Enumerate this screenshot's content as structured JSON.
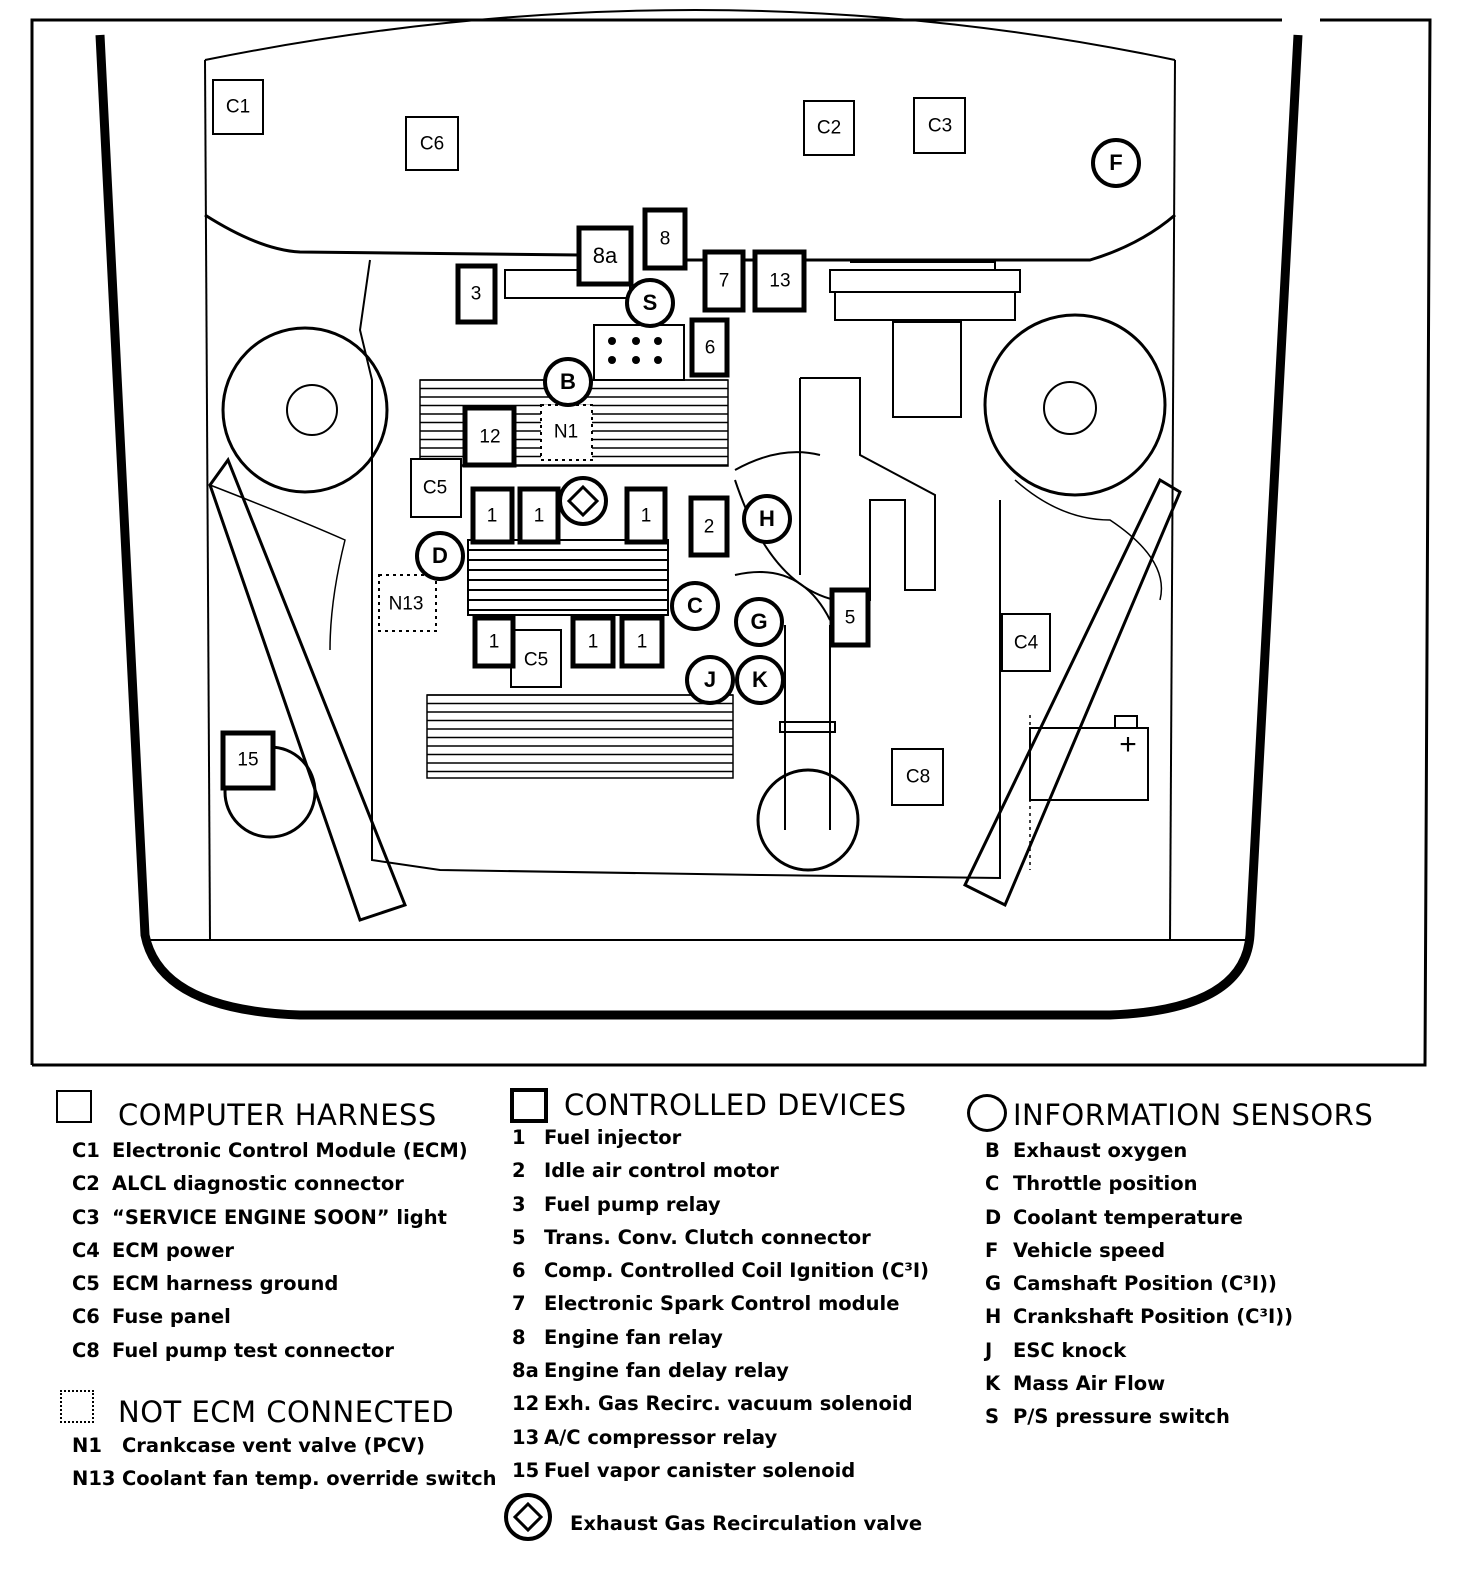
{
  "diagram": {
    "component_labels": {
      "c1": "C1",
      "c6_top": "C6",
      "c2": "C2",
      "c3": "C3",
      "f_sensor": "F",
      "dev_8a": "8a",
      "dev_8": "8",
      "dev_3": "3",
      "s_sensor": "S",
      "dev_7": "7",
      "dev_13": "13",
      "dev_6": "6",
      "b_sensor": "B",
      "dev_12": "12",
      "n1": "N1",
      "c5_upper": "C5",
      "dev_1a": "1",
      "dev_1b": "1",
      "dev_1c": "1",
      "dev_2": "2",
      "h_sensor": "H",
      "d_sensor": "D",
      "n13": "N13",
      "c_sensor": "C",
      "g_sensor": "G",
      "dev_5": "5",
      "dev_1d": "1",
      "c5_lower": "C5",
      "dev_1e": "1",
      "dev_1f": "1",
      "j_sensor": "J",
      "k_sensor": "K",
      "c4": "C4",
      "dev_15": "15",
      "c8": "C8",
      "battery_plus": "+"
    }
  },
  "legend": {
    "computer_harness": {
      "title": "COMPUTER HARNESS",
      "items": [
        {
          "code": "C1",
          "text": "Electronic Control Module (ECM)"
        },
        {
          "code": "C2",
          "text": "ALCL diagnostic connector"
        },
        {
          "code": "C3",
          "text": "“SERVICE ENGINE SOON” light"
        },
        {
          "code": "C4",
          "text": "ECM power"
        },
        {
          "code": "C5",
          "text": "ECM harness ground"
        },
        {
          "code": "C6",
          "text": "Fuse panel"
        },
        {
          "code": "C8",
          "text": "Fuel pump test connector"
        }
      ]
    },
    "not_ecm": {
      "title": "NOT ECM CONNECTED",
      "items": [
        {
          "code": "N1",
          "text": "Crankcase vent valve (PCV)"
        },
        {
          "code": "N13",
          "text": "Coolant fan temp. override switch"
        }
      ]
    },
    "controlled_devices": {
      "title": "CONTROLLED DEVICES",
      "items": [
        {
          "code": "1",
          "text": "Fuel injector"
        },
        {
          "code": "2",
          "text": "Idle air control motor"
        },
        {
          "code": "3",
          "text": "Fuel pump relay"
        },
        {
          "code": "5",
          "text": "Trans. Conv. Clutch connector"
        },
        {
          "code": "6",
          "text": "Comp. Controlled Coil Ignition (C³I)"
        },
        {
          "code": "7",
          "text": "Electronic Spark Control module"
        },
        {
          "code": "8",
          "text": "Engine fan relay"
        },
        {
          "code": "8a",
          "text": "Engine fan delay relay"
        },
        {
          "code": "12",
          "text": "Exh. Gas Recirc. vacuum solenoid"
        },
        {
          "code": "13",
          "text": "A/C compressor relay"
        },
        {
          "code": "15",
          "text": "Fuel vapor canister solenoid"
        }
      ],
      "egr_text": "Exhaust Gas Recirculation valve"
    },
    "information_sensors": {
      "title": "INFORMATION SENSORS",
      "items": [
        {
          "code": "B",
          "text": "Exhaust oxygen"
        },
        {
          "code": "C",
          "text": "Throttle position"
        },
        {
          "code": "D",
          "text": "Coolant temperature"
        },
        {
          "code": "F",
          "text": "Vehicle speed"
        },
        {
          "code": "G",
          "text": "Camshaft Position (C³I))"
        },
        {
          "code": "H",
          "text": "Crankshaft Position (C³I))"
        },
        {
          "code": "J",
          "text": "ESC knock"
        },
        {
          "code": "K",
          "text": "Mass Air Flow"
        },
        {
          "code": "S",
          "text": "P/S pressure switch"
        }
      ]
    }
  }
}
